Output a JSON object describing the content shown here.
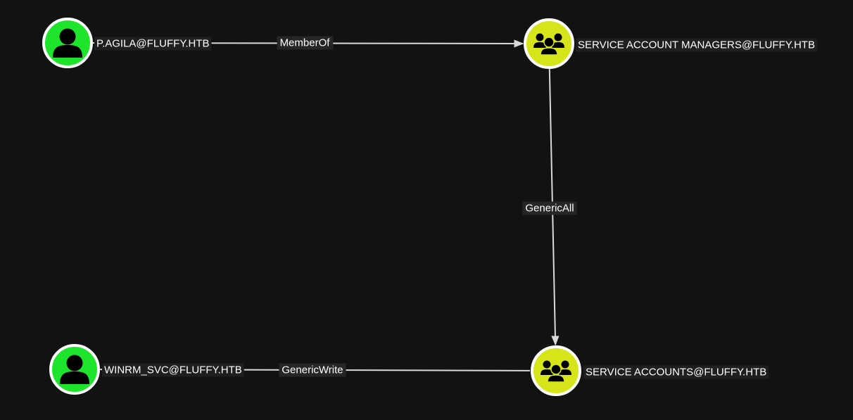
{
  "colors": {
    "background": "#121212",
    "user_node": "#1ee42c",
    "group_node": "#d6e41a",
    "edge": "#d9d9d9",
    "label_text": "#ffffff"
  },
  "nodes": [
    {
      "id": "p_agila",
      "kind": "user",
      "icon": "user-icon",
      "label": "P.AGILA@FLUFFY.HTB"
    },
    {
      "id": "sam",
      "kind": "group",
      "icon": "group-icon",
      "label": "SERVICE ACCOUNT MANAGERS@FLUFFY.HTB"
    },
    {
      "id": "sa",
      "kind": "group",
      "icon": "group-icon",
      "label": "SERVICE ACCOUNTS@FLUFFY.HTB"
    },
    {
      "id": "winrm",
      "kind": "user",
      "icon": "user-icon",
      "label": "WINRM_SVC@FLUFFY.HTB"
    }
  ],
  "edges": [
    {
      "id": "e1",
      "source": "p_agila",
      "target": "sam",
      "label": "MemberOf",
      "arrow": true
    },
    {
      "id": "e2",
      "source": "sam",
      "target": "sa",
      "label": "GenericAll",
      "arrow": true
    },
    {
      "id": "e3",
      "source": "winrm",
      "target": "sa",
      "label": "GenericWrite",
      "arrow": false
    }
  ]
}
